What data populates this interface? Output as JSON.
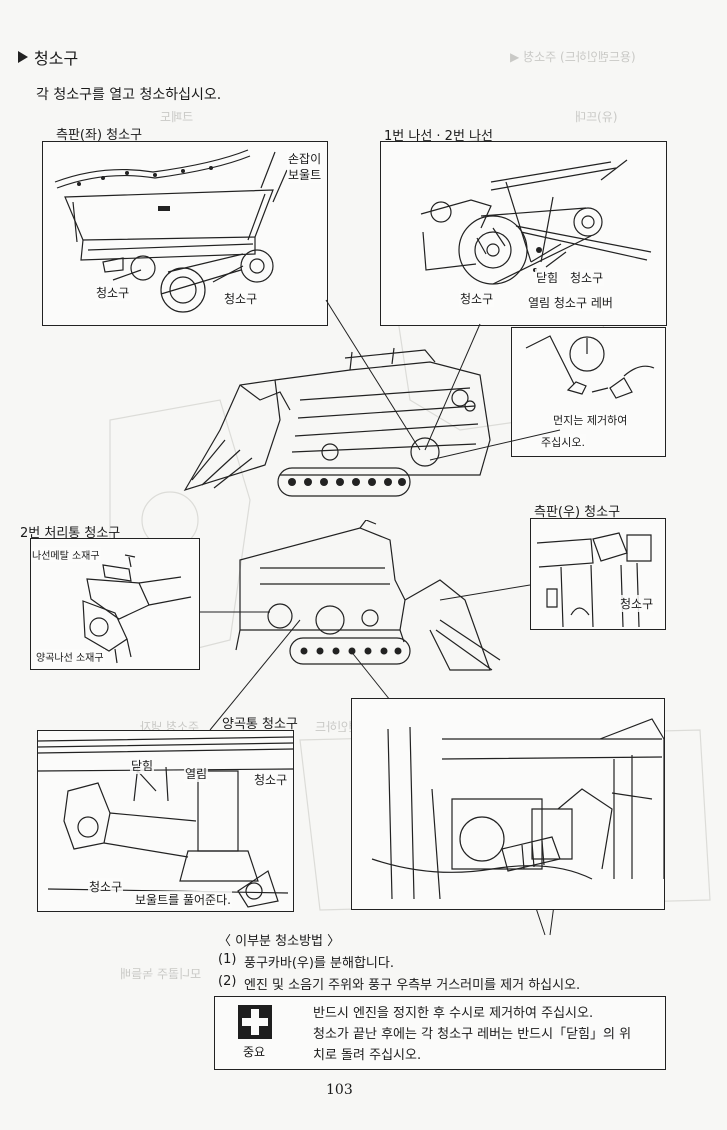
{
  "section": {
    "marker_icon": "play-triangle-icon",
    "title": "청소구",
    "instruction": "각 청소구를 열고 청소하십시오."
  },
  "panels": {
    "left_side": {
      "heading": "측판(좌) 청소구",
      "handle_bolt_line1": "손잡이",
      "handle_bolt_line2": "보울트",
      "cleanout_a": "청소구",
      "cleanout_b": "청소구"
    },
    "augers": {
      "heading": "1번 나선 · 2번 나선",
      "closed": "닫힘",
      "cleanout_right": "청소구",
      "cleanout_left": "청소구",
      "open_lever": "열림  청소구  레버"
    },
    "dust_note": {
      "line1": "먼지는 제거하여",
      "line2": "주십시오."
    },
    "second_tank": {
      "heading": "2번 처리통 청소구",
      "auger_cover": "나선메탈 소재구",
      "grain_auger_cover": "양곡나선 소재구"
    },
    "right_side": {
      "heading": "측판(우) 청소구",
      "cleanout": "청소구"
    },
    "grain_tank": {
      "heading": "양곡통  청소구",
      "closed": "닫힘",
      "open": "열림",
      "cleanout_right": "청소구",
      "cleanout_bottom": "청소구",
      "loosen_bolt": "보울트를 풀어준다."
    }
  },
  "lower_cleaning": {
    "heading": "〈 이부분 청소방법 〉",
    "steps": [
      {
        "num": "(1)",
        "text": "풍구카바(우)를 분해합니다."
      },
      {
        "num": "(2)",
        "text": "엔진 및 소음기 주위와 풍구 우측부 거스러미를 제거 하십시오."
      }
    ]
  },
  "notice": {
    "icon": "first-aid-cross-icon",
    "label": "중요",
    "line1": "반드시 엔진을 정지한 후 수시로 제거하여 주십시오.",
    "line2": "청소가 끝난 후에는 각 청소구 레버는 반드시「닫힘」의 위",
    "line3": "치로 돌려 주십시오."
  },
  "page_number": "103"
}
